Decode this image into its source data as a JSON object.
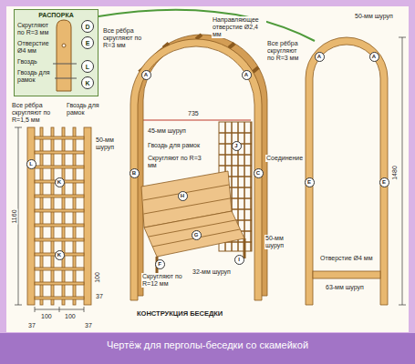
{
  "diagram": {
    "title": "КОНСТРУКЦИЯ БЕСЕДКИ",
    "caption": "Чертёж для перголы-беседки со скамейкой",
    "nodes": [
      {
        "text": [
          "РАСПОРКА"
        ]
      },
      {
        "text": [
          "D"
        ],
        "in": 0
      },
      {
        "text": [
          "E"
        ],
        "in": 0
      },
      {
        "text": [
          "L"
        ],
        "in": 0
      },
      {
        "text": [
          "K"
        ],
        "in": 0
      },
      {
        "text": [
          "A"
        ]
      },
      {
        "text": [
          "A"
        ]
      },
      {
        "text": [
          "B"
        ]
      },
      {
        "text": [
          "C"
        ]
      },
      {
        "text": [
          "K"
        ]
      },
      {
        "text": [
          "K"
        ]
      },
      {
        "text": [
          "L"
        ]
      },
      {
        "text": [
          "H"
        ]
      },
      {
        "text": [
          "G"
        ]
      },
      {
        "text": [
          "F"
        ]
      },
      {
        "text": [
          "J"
        ]
      },
      {
        "text": [
          "I"
        ]
      },
      {
        "text": [
          "A"
        ]
      },
      {
        "text": [
          "A"
        ]
      },
      {
        "text": [
          "E"
        ]
      },
      {
        "text": [
          "E"
        ]
      }
    ],
    "labels": [
      "Скругляют по R=3 мм",
      "Отверстие Ø4 мм",
      "Гвоздь",
      "Гвоздь для рамок",
      "Все рёбра скругляют по R=3 мм",
      "Направляющее отверстие Ø2,4 мм",
      "Все рёбра скругляют по R=3 мм",
      "50-мм шуруп",
      "Все рёбра скругляют по R=1,5 мм",
      "Гвоздь для рамок",
      "50-мм шуруп",
      "735",
      "45-мм шуруп",
      "Гвоздь для рамок",
      "Скругляют по R=3 мм",
      "Соединение",
      "1160",
      "1480",
      "Отверстие Ø4 мм",
      "32-мм шуруп",
      "50-мм шуруп",
      "Скругляют по R=12 мм",
      "100",
      "100",
      "100",
      "37",
      "37",
      "37",
      "63-мм шуруп"
    ]
  }
}
